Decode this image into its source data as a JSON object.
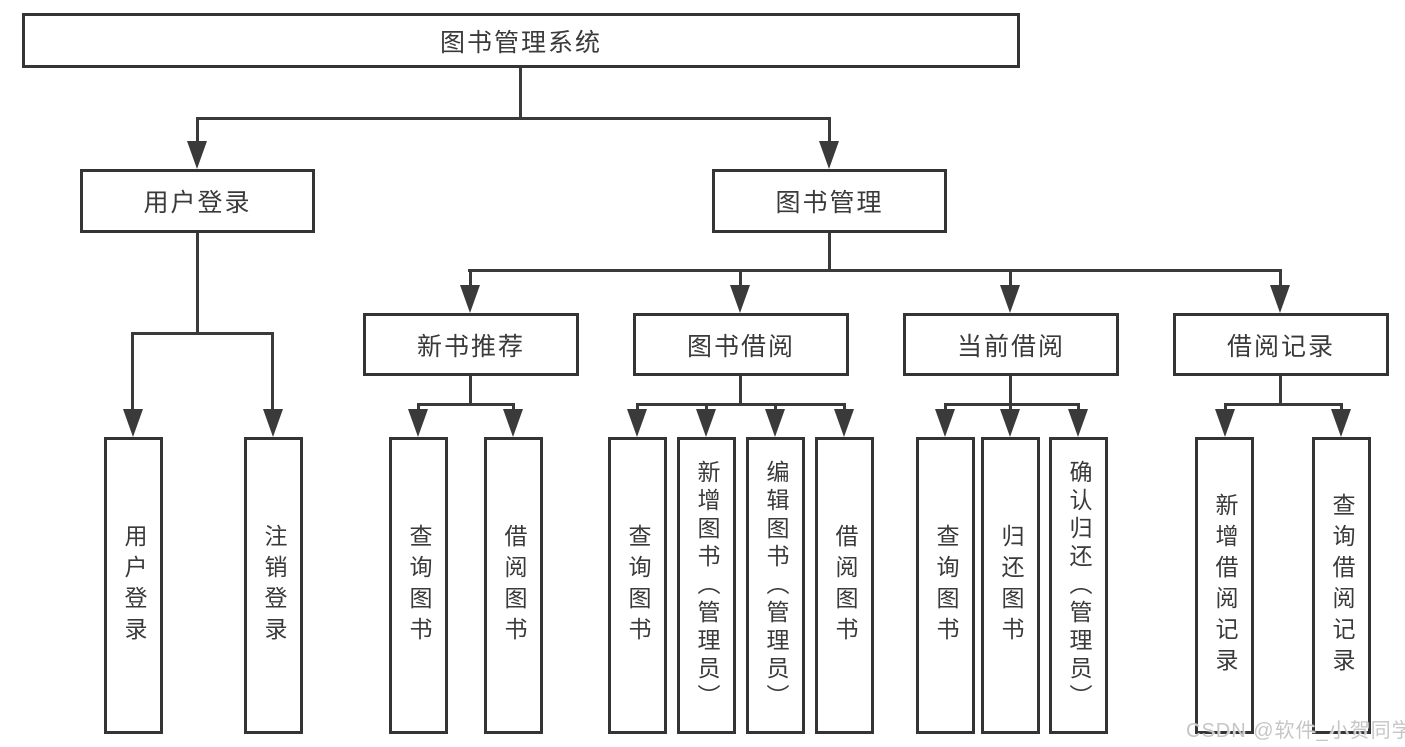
{
  "title": "图书管理系统",
  "watermark": "CSDN @软件_小贺同学",
  "colors": {
    "line": "#3a3a3a",
    "box_border": "#343434",
    "text": "#3a3a3a",
    "watermark": "#c6c6c6",
    "background": "#ffffff"
  },
  "tree": {
    "root": {
      "label": "图书管理系统"
    },
    "branches": [
      {
        "label": "用户登录",
        "children": [
          {
            "label": "用户登录"
          },
          {
            "label": "注销登录"
          }
        ]
      },
      {
        "label": "图书管理",
        "children": [
          {
            "label": "新书推荐",
            "children": [
              {
                "label": "查询图书"
              },
              {
                "label": "借阅图书"
              }
            ]
          },
          {
            "label": "图书借阅",
            "children": [
              {
                "label": "查询图书"
              },
              {
                "label": "新增图书（管理员）"
              },
              {
                "label": "编辑图书（管理员）"
              },
              {
                "label": "借阅图书"
              }
            ]
          },
          {
            "label": "当前借阅",
            "children": [
              {
                "label": "查询图书"
              },
              {
                "label": "归还图书"
              },
              {
                "label": "确认归还（管理员）"
              }
            ]
          },
          {
            "label": "借阅记录",
            "children": [
              {
                "label": "新增借阅记录"
              },
              {
                "label": "查询借阅记录"
              }
            ]
          }
        ]
      }
    ]
  }
}
